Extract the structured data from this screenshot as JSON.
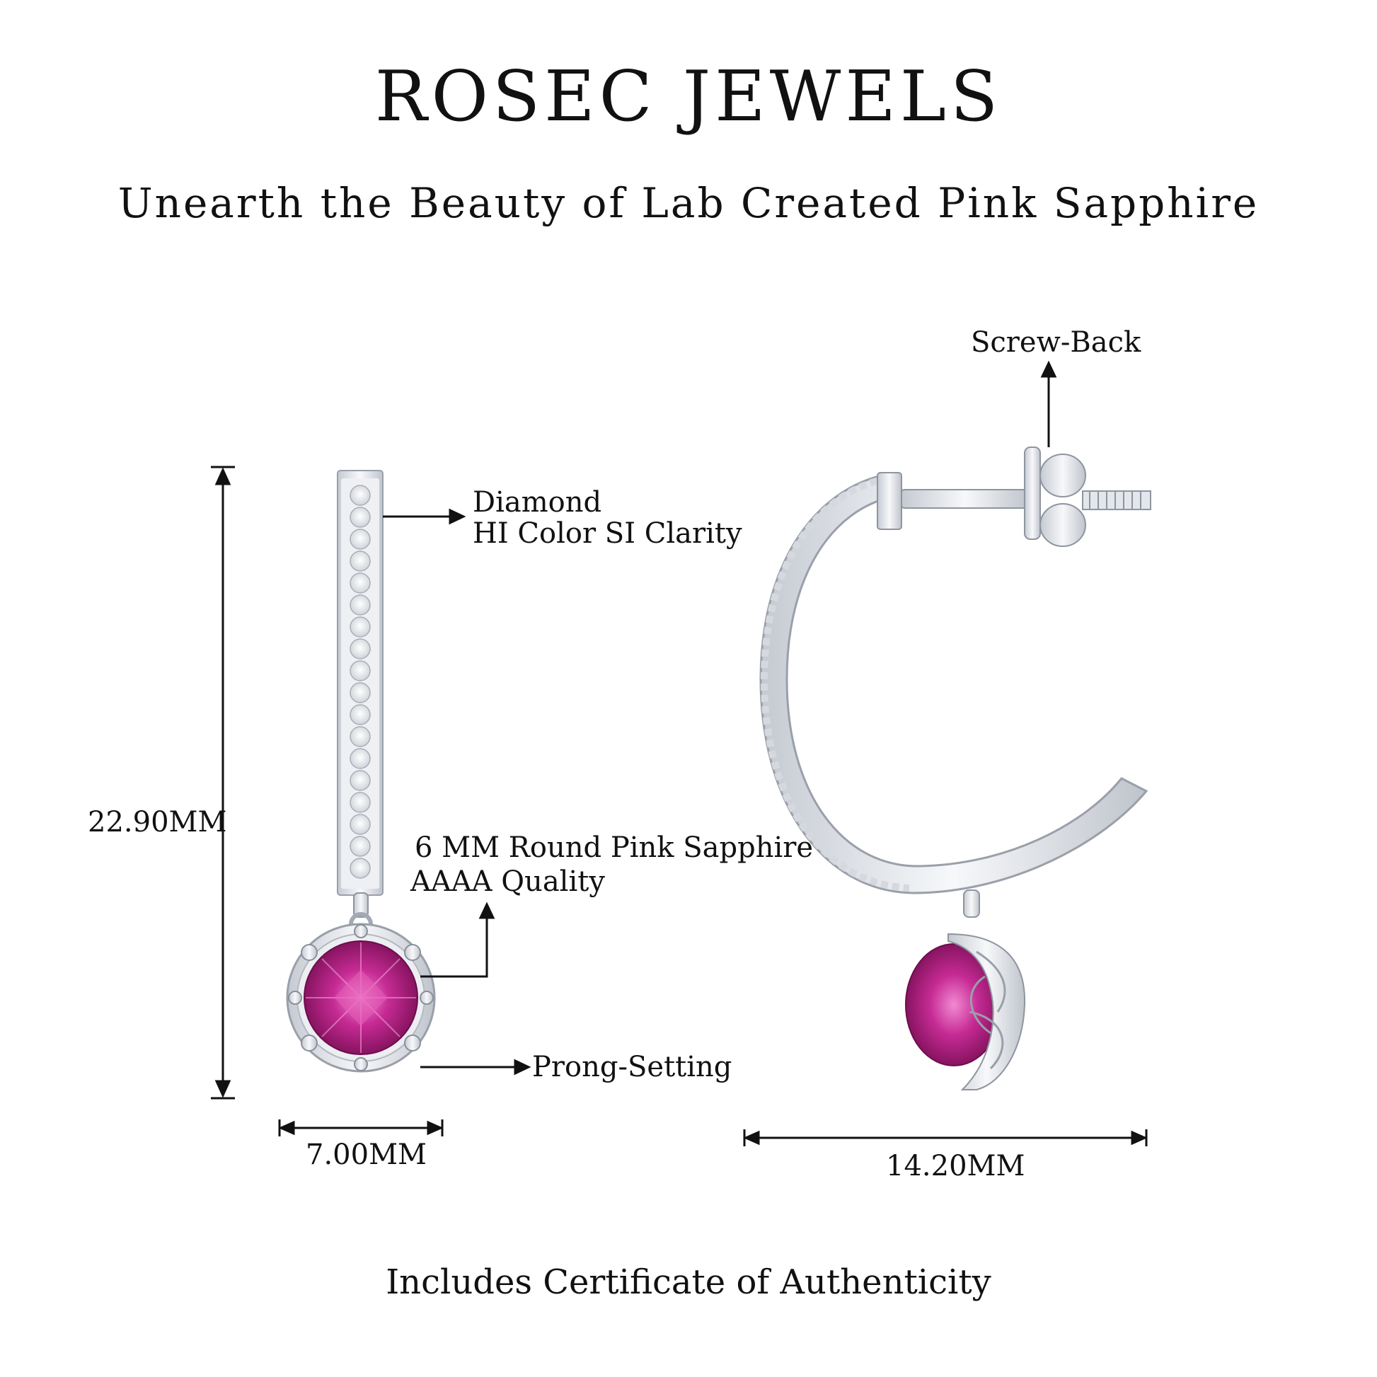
{
  "header": {
    "brand": "ROSEC JEWELS",
    "tagline": "Unearth the Beauty of Lab Created Pink Sapphire"
  },
  "annotations": {
    "diamond_title": "Diamond",
    "diamond_spec": "HI Color SI Clarity",
    "sapphire_title": "6 MM Round Pink Sapphire",
    "sapphire_quality": "AAAA Quality",
    "prong": "Prong-Setting",
    "screw_back": "Screw-Back"
  },
  "dimensions": {
    "height": "22.90MM",
    "front_width": "7.00MM",
    "side_width": "14.20MM"
  },
  "footer": {
    "note": "Includes Certificate of Authenticity"
  },
  "colors": {
    "gem": "#c0268e",
    "metal": "#e4e7ec",
    "text": "#111111"
  }
}
